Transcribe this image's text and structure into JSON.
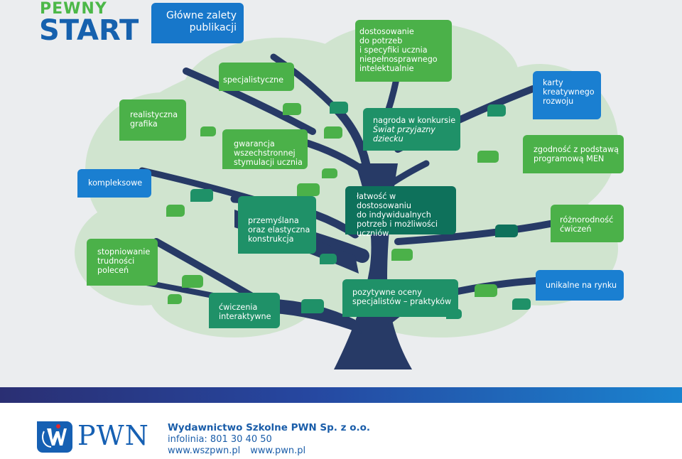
{
  "brand": {
    "line1": "PEWNY",
    "line2": "START"
  },
  "title": "Główne zalety\npublikacji",
  "features": [
    {
      "id": "specjalistyczne",
      "text": "specjalistyczne",
      "color": "#4bb149"
    },
    {
      "id": "dostosowanie",
      "text": "dostosowanie\ndo potrzeb\ni specyfiki ucznia\nniepełnosprawnego\nintelektualnie",
      "color": "#4bb149"
    },
    {
      "id": "karty",
      "text": "karty\nkreatywnego\nrozwoju",
      "color": "#1a7fd1"
    },
    {
      "id": "realistyczna",
      "text": "realistyczna\ngrafika",
      "color": "#4bb149"
    },
    {
      "id": "gwarancja",
      "text": "gwarancja\nwszechstronnej\nstymulacji ucznia",
      "color": "#4bb149"
    },
    {
      "id": "nagroda",
      "text": "nagroda w konkursie",
      "italic": "Świat przyjazny\ndziecku",
      "color": "#1f9168"
    },
    {
      "id": "zgodnosc",
      "text": "zgodność z podstawą\nprogramową MEN",
      "color": "#4bb149"
    },
    {
      "id": "kompleksowe",
      "text": "kompleksowe",
      "color": "#1a7fd1"
    },
    {
      "id": "latwosc",
      "text": "łatwość w dostosowaniu\ndo indywidualnych\npotrzeb i możliwości\nuczniów",
      "color": "#0e715b"
    },
    {
      "id": "przemyslana",
      "text": "przemyślana\noraz elastyczna\nkonstrukcja",
      "color": "#1f9168"
    },
    {
      "id": "roznorodnosc",
      "text": "różnorodność\nćwiczeń",
      "color": "#4bb149"
    },
    {
      "id": "stopniowanie",
      "text": "stopniowanie\ntrudności\npoleceń",
      "color": "#4bb149"
    },
    {
      "id": "unikalne",
      "text": "unikalne na rynku",
      "color": "#1a7fd1"
    },
    {
      "id": "pozytywne",
      "text": "pozytywne oceny\nspecjalistów – praktyków",
      "color": "#1f9168"
    },
    {
      "id": "cwiczenia",
      "text": "ćwiczenia\ninteraktywne",
      "color": "#1f9168"
    }
  ],
  "colors": {
    "trunk": "#273a66",
    "canopy": "#cfe3cd",
    "background": "#ebedef",
    "brand_blue": "#1660b3",
    "brand_green": "#4cb848"
  },
  "footer": {
    "logo_text": "PWN",
    "company": "Wydawnictwo Szkolne PWN Sp. z o.o.",
    "infoline": "infolinia: 801 30 40 50",
    "web1": "www.wszpwn.pl",
    "web2": "www.pwn.pl"
  }
}
